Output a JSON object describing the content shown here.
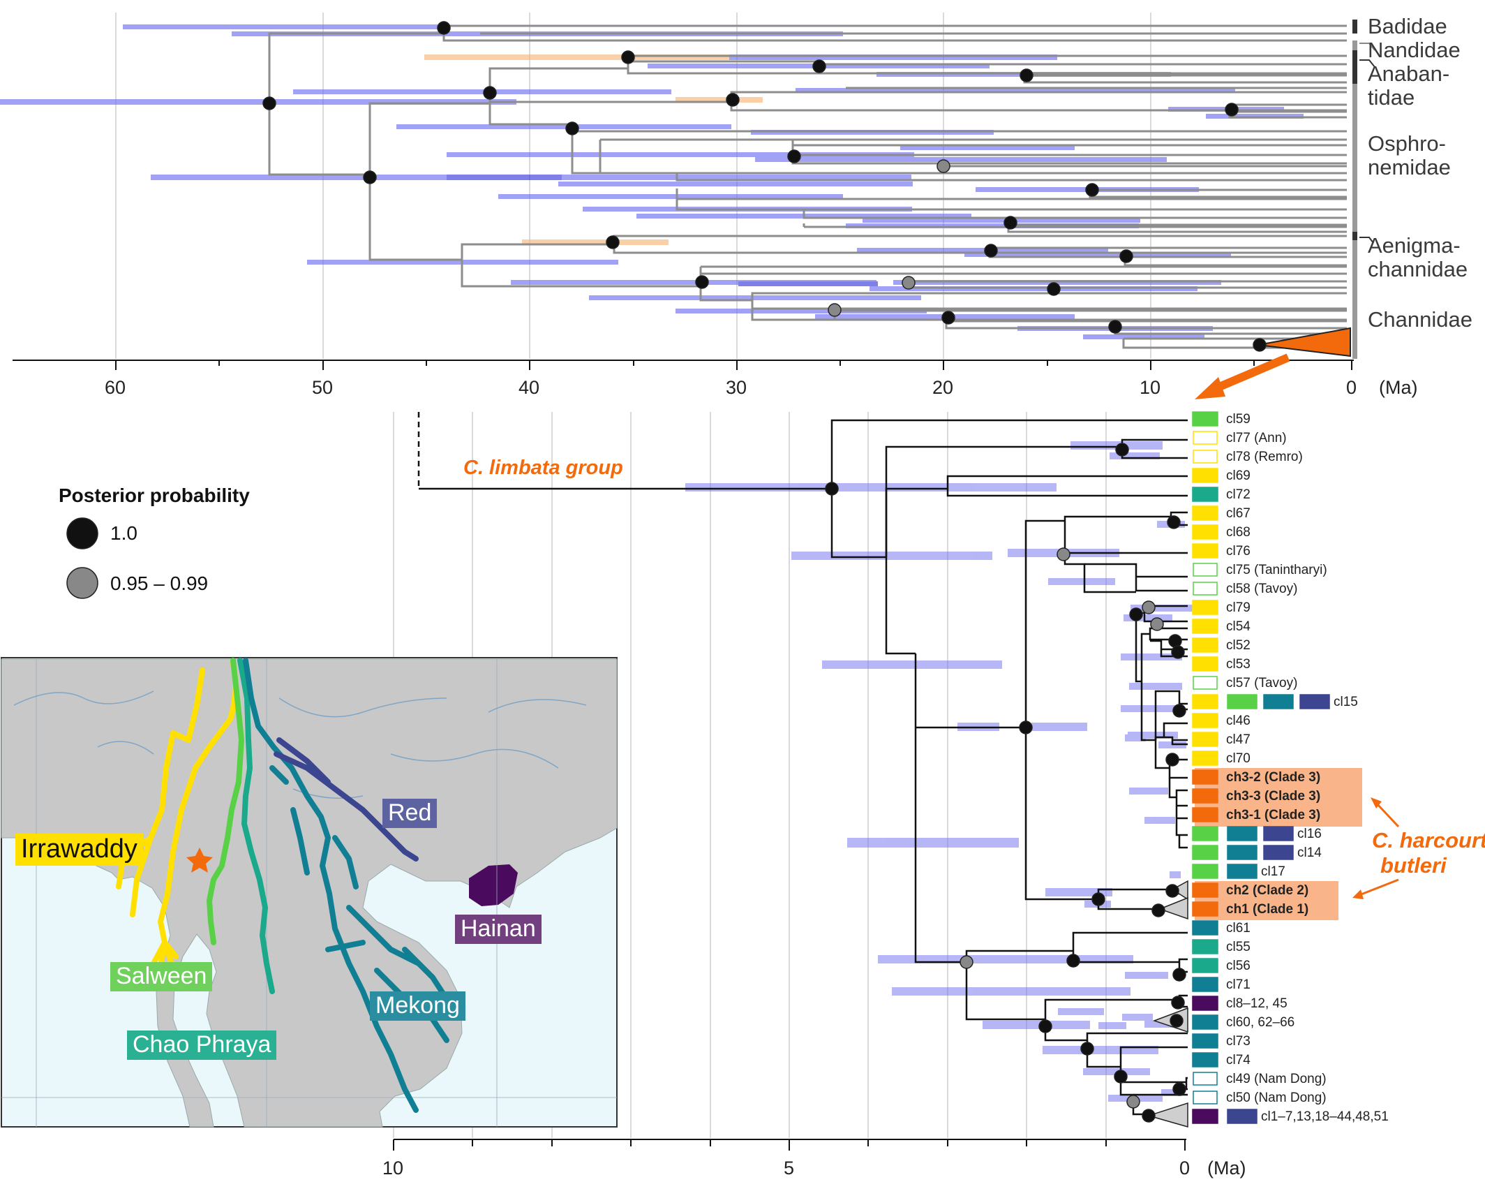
{
  "families": [
    "Badidae",
    "Nandidae",
    "Anaban-",
    "tidae",
    "Osphro-",
    "nemidae",
    "Aenigma-",
    "channidae",
    "Channidae"
  ],
  "top_axis": {
    "ticks": [
      "60",
      "50",
      "40",
      "30",
      "20",
      "10",
      "0"
    ],
    "unit": "(Ma)"
  },
  "bottom_axis": {
    "ticks": [
      "10",
      "5",
      "0"
    ],
    "unit": "(Ma)"
  },
  "group_label": "C. limbata group",
  "legend": {
    "title": "Posterior probability",
    "items": [
      "1.0",
      "0.95 – 0.99"
    ]
  },
  "species_label": [
    "C. harcourt-",
    "butleri"
  ],
  "rivers": {
    "irrawaddy": "Irrawaddy",
    "salween": "Salween",
    "chao_phraya": "Chao Phraya",
    "mekong": "Mekong",
    "red": "Red",
    "hainan": "Hainan"
  },
  "tips": [
    "cl59",
    "cl77 (Ann)",
    "cl78 (Remro)",
    "cl69",
    "cl72",
    "cl67",
    "cl68",
    "cl76",
    "cl75 (Tanintharyi)",
    "cl58 (Tavoy)",
    "cl79",
    "cl54",
    "cl52",
    "cl53",
    "cl57 (Tavoy)",
    "cl15",
    "cl46",
    "cl47",
    "cl70",
    "ch3-2 (Clade 3)",
    "ch3-3 (Clade 3)",
    "ch3-1 (Clade 3)",
    "cl16",
    "cl14",
    "cl17",
    "ch2 (Clade 2)",
    "ch1 (Clade 1)",
    "cl61",
    "cl55",
    "cl56",
    "cl71",
    "cl8–12, 45",
    "cl60, 62–66",
    "cl73",
    "cl74",
    "cl49 (Nam Dong)",
    "cl50 (Nam Dong)",
    "cl1–7,13,18–44,48,51"
  ],
  "colors": {
    "irrawaddy": "#ffe000",
    "salween": "#58d146",
    "chao_phraya": "#1aa98a",
    "mekong": "#117f93",
    "red": "#3c4590",
    "hainan": "#4a0a5e",
    "harcourt": "#f26a0c",
    "harcourt_bg": "#f9b48a",
    "hpd_blue": "#6f6ff0",
    "hpd_orange": "#f6b87a",
    "branch_gray": "#888888",
    "map_land": "#c8c8c8",
    "map_sea": "#eaf8fb"
  }
}
